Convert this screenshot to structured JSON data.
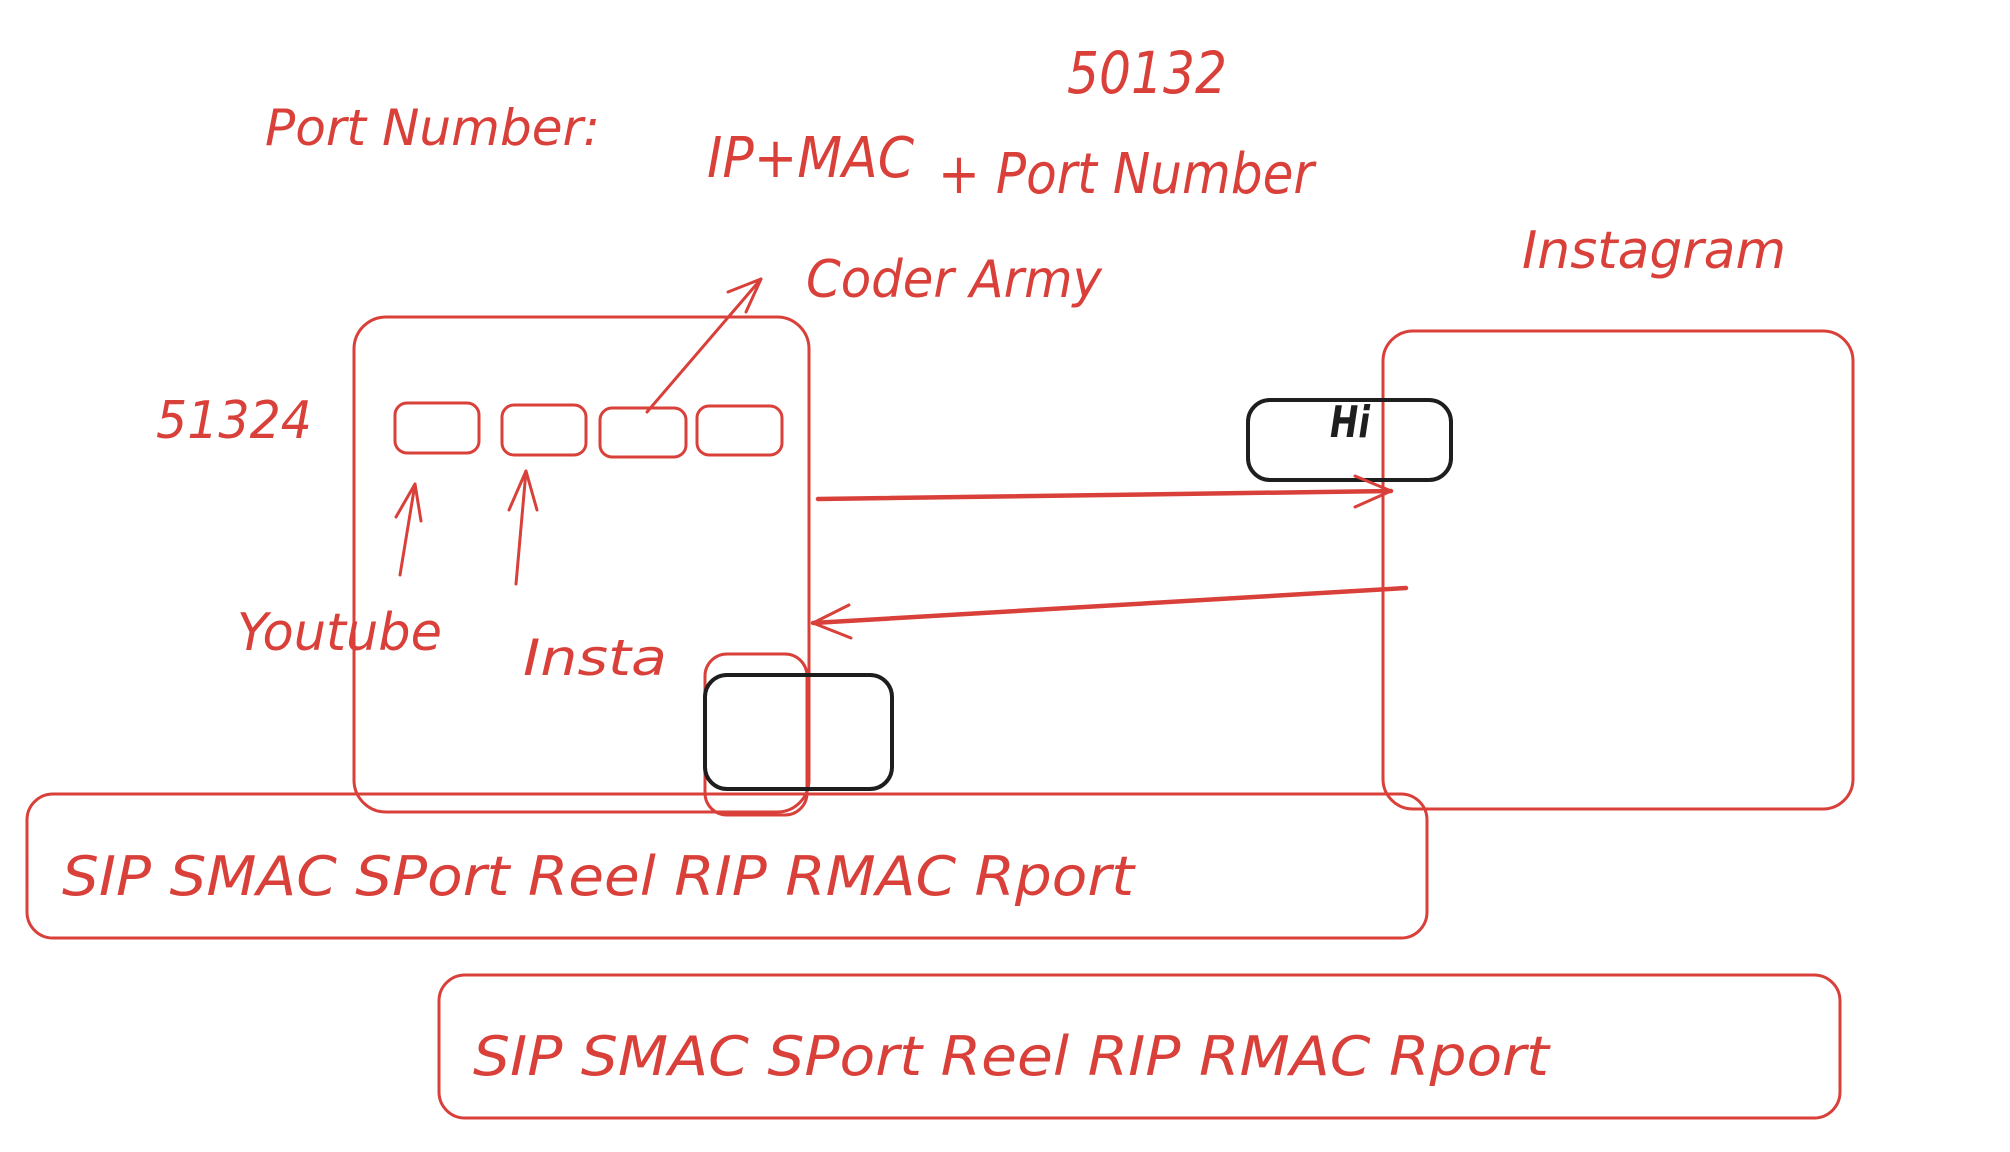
{
  "diagram": {
    "title_label": "Port Number:",
    "formula_left": "IP+MAC",
    "formula_right": "+ Port Number",
    "server_port": "50132",
    "client_port": "51324",
    "coder_army_label": "Coder Army",
    "instagram_label": "Instagram",
    "youtube_label": "Youtube",
    "insta_label": "Insta",
    "message_text": "Hi",
    "packet_header_1": "SIP SMAC SPort Reel RIP RMAC Rport",
    "packet_header_2": "SIP SMAC SPort Reel RIP RMAC Rport",
    "colors": {
      "ink_red": "#d9403a",
      "ink_black": "#1e1e1e",
      "background": "#ffffff"
    }
  }
}
